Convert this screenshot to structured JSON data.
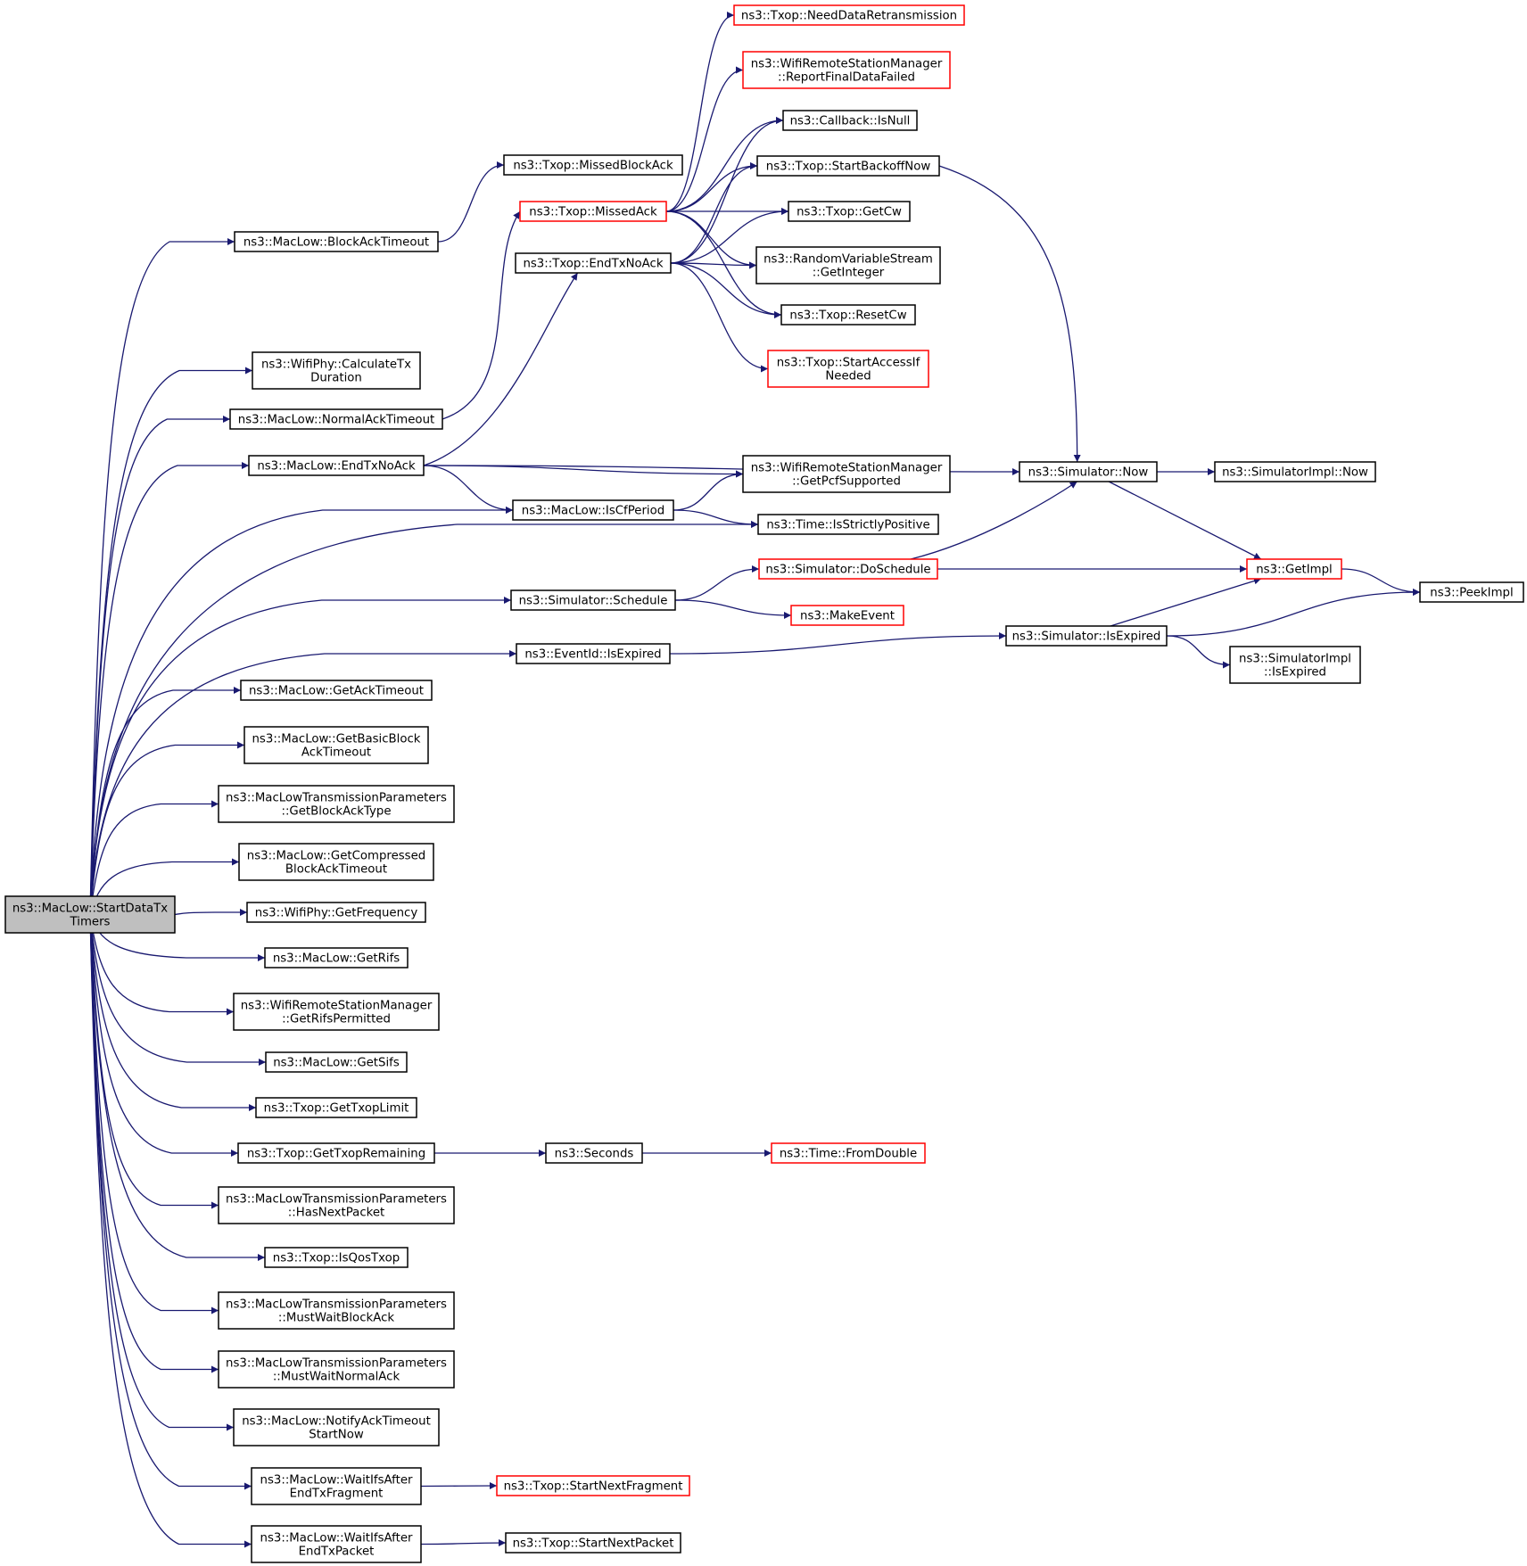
{
  "colors": {
    "edge": "#191970",
    "root_fill": "#bfbfbf",
    "node_stroke": "#000000",
    "truncated_stroke": "#ff0000"
  },
  "nodes": [
    {
      "id": "root",
      "label": [
        "ns3::MacLow::StartDataTx",
        "Timers"
      ],
      "style": "root"
    },
    {
      "id": "blockacktimeout",
      "label": [
        "ns3::MacLow::BlockAckTimeout"
      ],
      "style": "normal"
    },
    {
      "id": "calctxduration",
      "label": [
        "ns3::WifiPhy::CalculateTx",
        "Duration"
      ],
      "style": "normal"
    },
    {
      "id": "normalacktimeout",
      "label": [
        "ns3::MacLow::NormalAckTimeout"
      ],
      "style": "normal"
    },
    {
      "id": "maclowendtxnoack",
      "label": [
        "ns3::MacLow::EndTxNoAck"
      ],
      "style": "normal"
    },
    {
      "id": "iscfperiod",
      "label": [
        "ns3::MacLow::IsCfPeriod"
      ],
      "style": "normal"
    },
    {
      "id": "schedule",
      "label": [
        "ns3::Simulator::Schedule"
      ],
      "style": "normal"
    },
    {
      "id": "eventidisexpired",
      "label": [
        "ns3::EventId::IsExpired"
      ],
      "style": "normal"
    },
    {
      "id": "getacktimeout",
      "label": [
        "ns3::MacLow::GetAckTimeout"
      ],
      "style": "normal"
    },
    {
      "id": "getbasicblock",
      "label": [
        "ns3::MacLow::GetBasicBlock",
        "AckTimeout"
      ],
      "style": "normal"
    },
    {
      "id": "getblockacktype",
      "label": [
        "ns3::MacLowTransmissionParameters",
        "::GetBlockAckType"
      ],
      "style": "normal"
    },
    {
      "id": "getcompressed",
      "label": [
        "ns3::MacLow::GetCompressed",
        "BlockAckTimeout"
      ],
      "style": "normal"
    },
    {
      "id": "getfrequency",
      "label": [
        "ns3::WifiPhy::GetFrequency"
      ],
      "style": "normal"
    },
    {
      "id": "getrifs",
      "label": [
        "ns3::MacLow::GetRifs"
      ],
      "style": "normal"
    },
    {
      "id": "getrifspermitted",
      "label": [
        "ns3::WifiRemoteStationManager",
        "::GetRifsPermitted"
      ],
      "style": "normal"
    },
    {
      "id": "getsifs",
      "label": [
        "ns3::MacLow::GetSifs"
      ],
      "style": "normal"
    },
    {
      "id": "gettxoplimit",
      "label": [
        "ns3::Txop::GetTxopLimit"
      ],
      "style": "normal"
    },
    {
      "id": "gettxopremaining",
      "label": [
        "ns3::Txop::GetTxopRemaining"
      ],
      "style": "normal"
    },
    {
      "id": "hasnextpacket",
      "label": [
        "ns3::MacLowTransmissionParameters",
        "::HasNextPacket"
      ],
      "style": "normal"
    },
    {
      "id": "isqostxop",
      "label": [
        "ns3::Txop::IsQosTxop"
      ],
      "style": "normal"
    },
    {
      "id": "mustwaitblockack",
      "label": [
        "ns3::MacLowTransmissionParameters",
        "::MustWaitBlockAck"
      ],
      "style": "normal"
    },
    {
      "id": "mustwaitnormalack",
      "label": [
        "ns3::MacLowTransmissionParameters",
        "::MustWaitNormalAck"
      ],
      "style": "normal"
    },
    {
      "id": "notifyacktimeout",
      "label": [
        "ns3::MacLow::NotifyAckTimeout",
        "StartNow"
      ],
      "style": "normal"
    },
    {
      "id": "waitifsfrag",
      "label": [
        "ns3::MacLow::WaitIfsAfter",
        "EndTxFragment"
      ],
      "style": "normal"
    },
    {
      "id": "waitifspacket",
      "label": [
        "ns3::MacLow::WaitIfsAfter",
        "EndTxPacket"
      ],
      "style": "normal"
    },
    {
      "id": "missedblockack",
      "label": [
        "ns3::Txop::MissedBlockAck"
      ],
      "style": "normal"
    },
    {
      "id": "missedack",
      "label": [
        "ns3::Txop::MissedAck"
      ],
      "style": "truncated"
    },
    {
      "id": "txopendtxnoack",
      "label": [
        "ns3::Txop::EndTxNoAck"
      ],
      "style": "normal"
    },
    {
      "id": "needdataretx",
      "label": [
        "ns3::Txop::NeedDataRetransmission"
      ],
      "style": "truncated"
    },
    {
      "id": "reportfinal",
      "label": [
        "ns3::WifiRemoteStationManager",
        "::ReportFinalDataFailed"
      ],
      "style": "truncated"
    },
    {
      "id": "callbackisnull",
      "label": [
        "ns3::Callback::IsNull"
      ],
      "style": "normal"
    },
    {
      "id": "startbackoff",
      "label": [
        "ns3::Txop::StartBackoffNow"
      ],
      "style": "normal"
    },
    {
      "id": "getcw",
      "label": [
        "ns3::Txop::GetCw"
      ],
      "style": "normal"
    },
    {
      "id": "getinteger",
      "label": [
        "ns3::RandomVariableStream",
        "::GetInteger"
      ],
      "style": "normal"
    },
    {
      "id": "resetcw",
      "label": [
        "ns3::Txop::ResetCw"
      ],
      "style": "normal"
    },
    {
      "id": "startaccess",
      "label": [
        "ns3::Txop::StartAccessIf",
        "Needed"
      ],
      "style": "truncated"
    },
    {
      "id": "getpcf",
      "label": [
        "ns3::WifiRemoteStationManager",
        "::GetPcfSupported"
      ],
      "style": "normal"
    },
    {
      "id": "isstrictly",
      "label": [
        "ns3::Time::IsStrictlyPositive"
      ],
      "style": "normal"
    },
    {
      "id": "doschedule",
      "label": [
        "ns3::Simulator::DoSchedule"
      ],
      "style": "truncated"
    },
    {
      "id": "makeevent",
      "label": [
        "ns3::MakeEvent"
      ],
      "style": "truncated"
    },
    {
      "id": "simisexpired",
      "label": [
        "ns3::Simulator::IsExpired"
      ],
      "style": "normal"
    },
    {
      "id": "seconds",
      "label": [
        "ns3::Seconds"
      ],
      "style": "normal"
    },
    {
      "id": "fromdouble",
      "label": [
        "ns3::Time::FromDouble"
      ],
      "style": "truncated"
    },
    {
      "id": "startnextfrag",
      "label": [
        "ns3::Txop::StartNextFragment"
      ],
      "style": "truncated"
    },
    {
      "id": "startnextpacket",
      "label": [
        "ns3::Txop::StartNextPacket"
      ],
      "style": "normal"
    },
    {
      "id": "simnow",
      "label": [
        "ns3::Simulator::Now"
      ],
      "style": "normal"
    },
    {
      "id": "simimplnow",
      "label": [
        "ns3::SimulatorImpl::Now"
      ],
      "style": "normal"
    },
    {
      "id": "getimpl",
      "label": [
        "ns3::GetImpl"
      ],
      "style": "truncated"
    },
    {
      "id": "peekimpl",
      "label": [
        "ns3::PeekImpl"
      ],
      "style": "normal"
    },
    {
      "id": "simimplisexpired",
      "label": [
        "ns3::SimulatorImpl",
        "::IsExpired"
      ],
      "style": "normal"
    }
  ],
  "edges": [
    [
      "root",
      "blockacktimeout"
    ],
    [
      "root",
      "calctxduration"
    ],
    [
      "root",
      "normalacktimeout"
    ],
    [
      "root",
      "maclowendtxnoack"
    ],
    [
      "root",
      "iscfperiod"
    ],
    [
      "root",
      "isstrictly"
    ],
    [
      "root",
      "schedule"
    ],
    [
      "root",
      "eventidisexpired"
    ],
    [
      "root",
      "getacktimeout"
    ],
    [
      "root",
      "getbasicblock"
    ],
    [
      "root",
      "getblockacktype"
    ],
    [
      "root",
      "getcompressed"
    ],
    [
      "root",
      "getfrequency"
    ],
    [
      "root",
      "getrifs"
    ],
    [
      "root",
      "getrifspermitted"
    ],
    [
      "root",
      "getsifs"
    ],
    [
      "root",
      "gettxoplimit"
    ],
    [
      "root",
      "gettxopremaining"
    ],
    [
      "root",
      "hasnextpacket"
    ],
    [
      "root",
      "isqostxop"
    ],
    [
      "root",
      "mustwaitblockack"
    ],
    [
      "root",
      "mustwaitnormalack"
    ],
    [
      "root",
      "notifyacktimeout"
    ],
    [
      "root",
      "waitifsfrag"
    ],
    [
      "root",
      "waitifspacket"
    ],
    [
      "blockacktimeout",
      "missedblockack"
    ],
    [
      "normalacktimeout",
      "missedack"
    ],
    [
      "maclowendtxnoack",
      "txopendtxnoack"
    ],
    [
      "maclowendtxnoack",
      "simnow"
    ],
    [
      "maclowendtxnoack",
      "getpcf"
    ],
    [
      "maclowendtxnoack",
      "iscfperiod"
    ],
    [
      "missedack",
      "needdataretx"
    ],
    [
      "missedack",
      "reportfinal"
    ],
    [
      "missedack",
      "callbackisnull"
    ],
    [
      "missedack",
      "startbackoff"
    ],
    [
      "missedack",
      "getcw"
    ],
    [
      "missedack",
      "getinteger"
    ],
    [
      "missedack",
      "resetcw"
    ],
    [
      "txopendtxnoack",
      "callbackisnull"
    ],
    [
      "txopendtxnoack",
      "startbackoff"
    ],
    [
      "txopendtxnoack",
      "getcw"
    ],
    [
      "txopendtxnoack",
      "getinteger"
    ],
    [
      "txopendtxnoack",
      "resetcw"
    ],
    [
      "txopendtxnoack",
      "startaccess"
    ],
    [
      "startbackoff",
      "simnow"
    ],
    [
      "iscfperiod",
      "getpcf"
    ],
    [
      "iscfperiod",
      "isstrictly"
    ],
    [
      "schedule",
      "doschedule"
    ],
    [
      "schedule",
      "makeevent"
    ],
    [
      "doschedule",
      "simnow"
    ],
    [
      "doschedule",
      "getimpl"
    ],
    [
      "eventidisexpired",
      "simisexpired"
    ],
    [
      "simisexpired",
      "getimpl"
    ],
    [
      "simisexpired",
      "peekimpl"
    ],
    [
      "simisexpired",
      "simimplisexpired"
    ],
    [
      "simnow",
      "simimplnow"
    ],
    [
      "simnow",
      "getimpl"
    ],
    [
      "getimpl",
      "peekimpl"
    ],
    [
      "gettxopremaining",
      "seconds"
    ],
    [
      "seconds",
      "fromdouble"
    ],
    [
      "waitifsfrag",
      "startnextfrag"
    ],
    [
      "waitifspacket",
      "startnextpacket"
    ]
  ]
}
